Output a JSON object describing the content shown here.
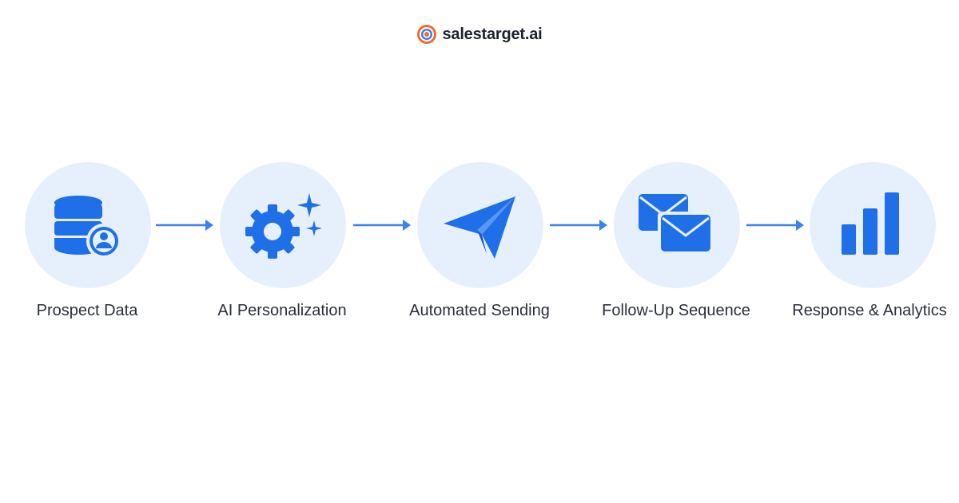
{
  "brand": {
    "name": "salestarget.ai",
    "logo_icon": "target-logo-icon",
    "colors": {
      "outer": "#f26b2b",
      "inner": "#3b7cf0"
    }
  },
  "colors": {
    "accent": "#1f6fe8",
    "circle_fill": "#e6f0fc",
    "arrow": "#3b82f0",
    "label_text": "#2a2f3a"
  },
  "steps": [
    {
      "label": "Prospect Data",
      "icon": "database-user-icon"
    },
    {
      "label": "AI Personalization",
      "icon": "gear-sparkle-icon"
    },
    {
      "label": "Automated Sending",
      "icon": "paper-plane-icon"
    },
    {
      "label": "Follow-Up Sequence",
      "icon": "envelopes-icon"
    },
    {
      "label": "Response & Analytics",
      "icon": "bar-chart-icon"
    }
  ]
}
